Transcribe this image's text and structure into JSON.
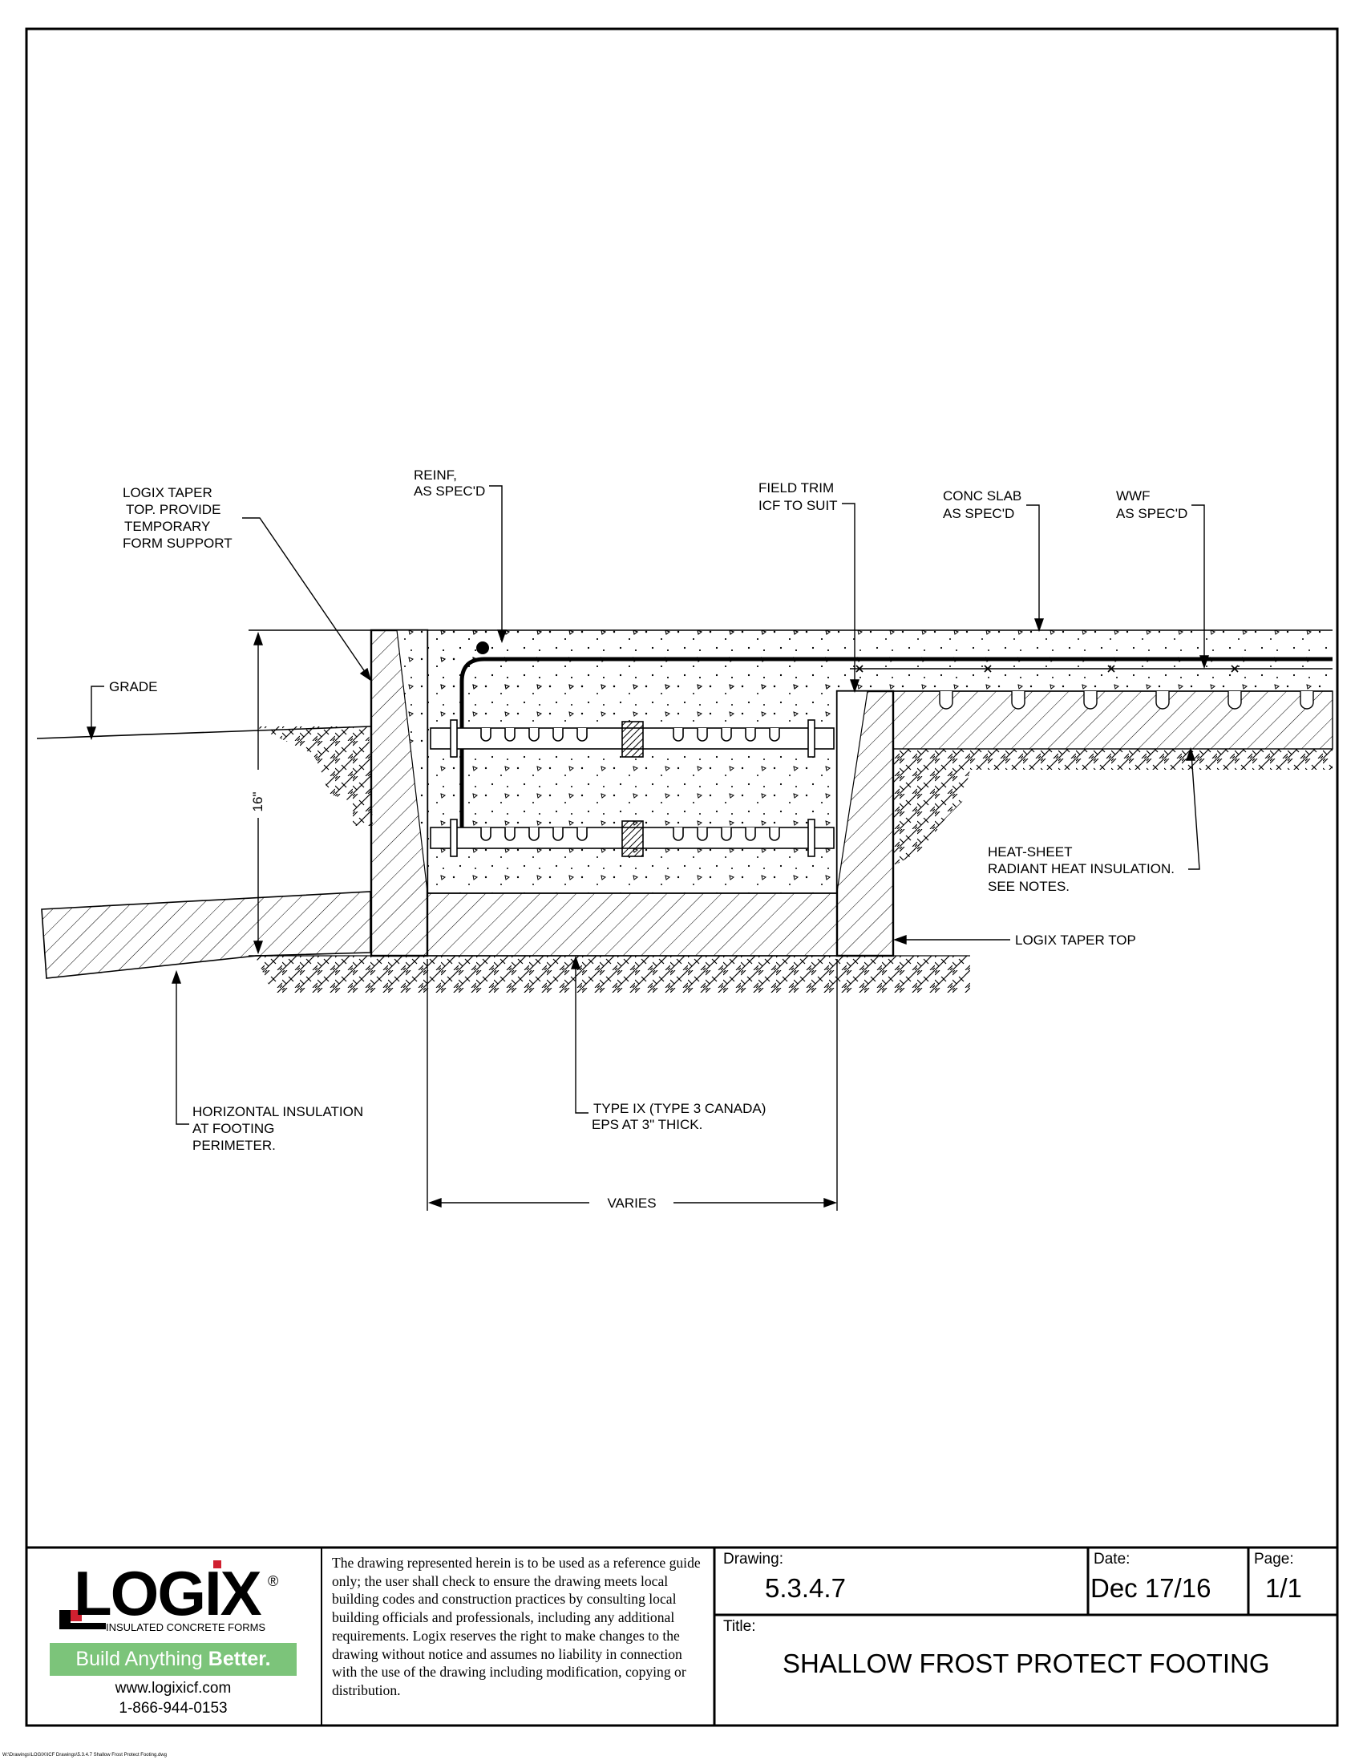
{
  "labels": {
    "taper_top_provide": [
      "LOGIX TAPER",
      "TOP. PROVIDE",
      "TEMPORARY",
      "FORM SUPPORT"
    ],
    "reinf": [
      "REINF,",
      "AS SPEC'D"
    ],
    "field_trim": [
      "FIELD TRIM",
      "ICF TO SUIT"
    ],
    "conc_slab": [
      "CONC SLAB",
      "AS SPEC'D"
    ],
    "wwf": [
      "WWF",
      "AS SPEC'D"
    ],
    "grade": "GRADE",
    "dimension_16": "16\"",
    "heat_sheet": [
      "HEAT-SHEET",
      "RADIANT HEAT INSULATION.",
      "SEE NOTES."
    ],
    "taper_top": "LOGIX TAPER TOP",
    "horizontal_insulation": [
      "HORIZONTAL INSULATION",
      "AT FOOTING",
      "PERIMETER."
    ],
    "type_ix": [
      "TYPE IX (TYPE 3 CANADA)",
      "EPS AT 3\" THICK."
    ],
    "varies": "VARIES"
  },
  "title_block": {
    "logo_word": "LOGIX",
    "logo_registered": "®",
    "logo_subtitle": "INSULATED CONCRETE FORMS",
    "tagline_regular": "Build Anything ",
    "tagline_bold": "Better.",
    "website": "www.logixicf.com",
    "phone": "1-866-944-0153",
    "disclaimer": "The drawing represented herein is to be used as a reference guide only;  the user shall check to ensure the drawing meets local building codes and construction practices by consulting local building officials and professionals, including any additional requirements. Logix reserves the right to make changes to the drawing without notice and assumes no liability in connection with the use of the drawing including modification, copying or distribution.",
    "drawing_label": "Drawing:",
    "drawing_number": "5.3.4.7",
    "date_label": "Date:",
    "date_value": "Dec 17/16",
    "page_label": "Page:",
    "page_value": "1/1",
    "title_label": "Title:",
    "title_value": "SHALLOW FROST PROTECT FOOTING"
  },
  "footer_path": "W:\\Drawings\\LOGIX\\ICF Drawings\\5.3.4.7 Shallow Frost Protect Footing.dwg"
}
